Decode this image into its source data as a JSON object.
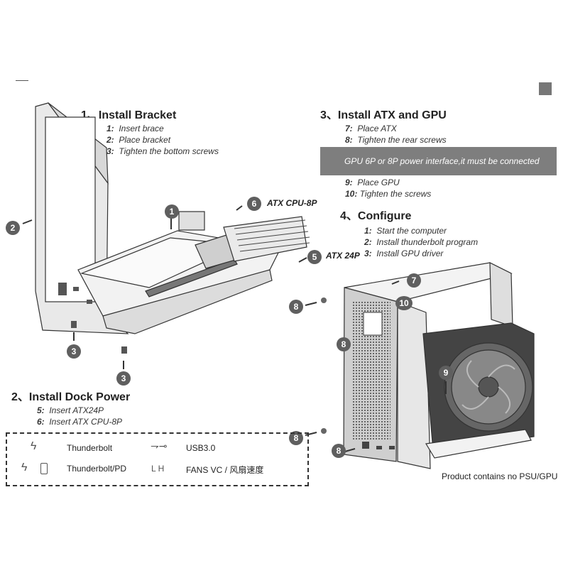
{
  "sections": {
    "s1": {
      "title": "1、Install Bracket",
      "steps": [
        {
          "num": "1:",
          "text": "Insert brace"
        },
        {
          "num": "2:",
          "text": "Place bracket"
        },
        {
          "num": "3:",
          "text": "Tighten the bottom screws"
        }
      ]
    },
    "s2": {
      "title": "2、Install Dock Power",
      "steps": [
        {
          "num": "5:",
          "text": "Insert ATX24P"
        },
        {
          "num": "6:",
          "text": "Insert ATX CPU-8P"
        }
      ]
    },
    "s3": {
      "title": "3、Install ATX and GPU",
      "steps": [
        {
          "num": "7:",
          "text": "Place ATX"
        },
        {
          "num": "8:",
          "text": "Tighten the rear screws"
        },
        {
          "num": "9:",
          "text": "Place GPU"
        },
        {
          "num": "10:",
          "text": "Tighten the screws"
        }
      ],
      "banner": "GPU  6P or 8P power interface,it must be connected"
    },
    "s4": {
      "title": "4、Configure",
      "steps": [
        {
          "num": "1:",
          "text": "Start the computer"
        },
        {
          "num": "2:",
          "text": "Install thunderbolt program"
        },
        {
          "num": "3:",
          "text": "Install GPU driver"
        }
      ]
    }
  },
  "callouts": {
    "c1": "1",
    "c2": "2",
    "c3a": "3",
    "c3b": "3",
    "c5": "5",
    "c6": "6",
    "c7": "7",
    "c8a": "8",
    "c8b": "8",
    "c8c": "8",
    "c8d": "8",
    "c9": "9",
    "c10": "10"
  },
  "labels": {
    "atx_cpu": "ATX CPU-8P",
    "atx24": "ATX 24P"
  },
  "legend": {
    "thunderbolt": "Thunderbolt",
    "usb": "USB3.0",
    "thunderbolt_pd": "Thunderbolt/PD",
    "lh": "L  H",
    "fans": "FANS VC / 风扇速度"
  },
  "note": "Product contains no PSU/GPU",
  "icons": [
    "lightning-icon",
    "usb-icon",
    "battery-icon"
  ],
  "colors": {
    "callout": "#5f5f5f",
    "banner": "#7e7e7e"
  }
}
